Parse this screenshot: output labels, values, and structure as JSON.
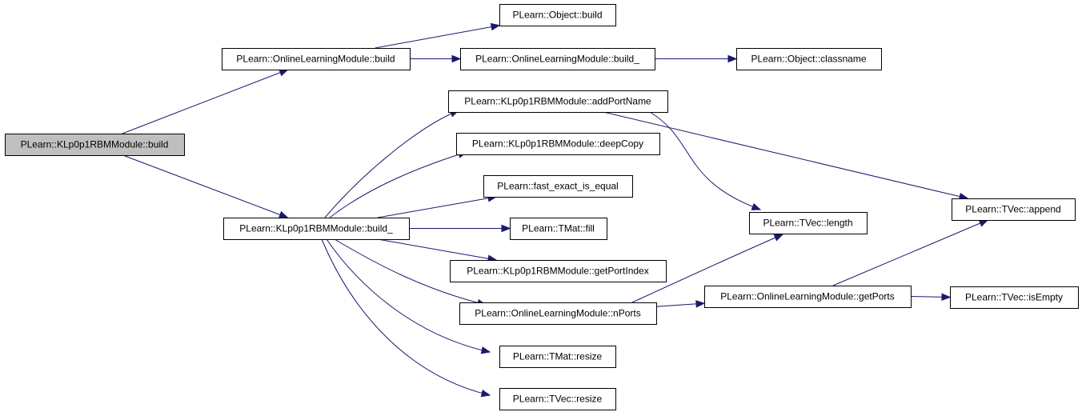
{
  "graph": {
    "nodes": [
      {
        "id": "root",
        "label": "PLearn::KLp0p1RBMModule::build"
      },
      {
        "id": "olm_build",
        "label": "PLearn::OnlineLearningModule::build"
      },
      {
        "id": "object_build",
        "label": "PLearn::Object::build"
      },
      {
        "id": "olm_build_",
        "label": "PLearn::OnlineLearningModule::build_"
      },
      {
        "id": "object_classname",
        "label": "PLearn::Object::classname"
      },
      {
        "id": "kl_build_",
        "label": "PLearn::KLp0p1RBMModule::build_"
      },
      {
        "id": "kl_addportname",
        "label": "PLearn::KLp0p1RBMModule::addPortName"
      },
      {
        "id": "kl_deepcopy",
        "label": "PLearn::KLp0p1RBMModule::deepCopy"
      },
      {
        "id": "fast_exact",
        "label": "PLearn::fast_exact_is_equal"
      },
      {
        "id": "tmat_fill",
        "label": "PLearn::TMat::fill"
      },
      {
        "id": "kl_getportindex",
        "label": "PLearn::KLp0p1RBMModule::getPortIndex"
      },
      {
        "id": "olm_nports",
        "label": "PLearn::OnlineLearningModule::nPorts"
      },
      {
        "id": "tmat_resize",
        "label": "PLearn::TMat::resize"
      },
      {
        "id": "tvec_resize",
        "label": "PLearn::TVec::resize"
      },
      {
        "id": "tvec_length",
        "label": "PLearn::TVec::length"
      },
      {
        "id": "olm_getports",
        "label": "PLearn::OnlineLearningModule::getPorts"
      },
      {
        "id": "tvec_append",
        "label": "PLearn::TVec::append"
      },
      {
        "id": "tvec_isempty",
        "label": "PLearn::TVec::isEmpty"
      }
    ],
    "edges": [
      {
        "from": "root",
        "to": "olm_build"
      },
      {
        "from": "root",
        "to": "kl_build_"
      },
      {
        "from": "olm_build",
        "to": "object_build"
      },
      {
        "from": "olm_build",
        "to": "olm_build_"
      },
      {
        "from": "olm_build_",
        "to": "object_classname"
      },
      {
        "from": "kl_build_",
        "to": "kl_addportname"
      },
      {
        "from": "kl_build_",
        "to": "kl_deepcopy"
      },
      {
        "from": "kl_build_",
        "to": "fast_exact"
      },
      {
        "from": "kl_build_",
        "to": "tmat_fill"
      },
      {
        "from": "kl_build_",
        "to": "kl_getportindex"
      },
      {
        "from": "kl_build_",
        "to": "olm_nports"
      },
      {
        "from": "kl_build_",
        "to": "tmat_resize"
      },
      {
        "from": "kl_build_",
        "to": "tvec_resize"
      },
      {
        "from": "kl_addportname",
        "to": "tvec_length"
      },
      {
        "from": "kl_addportname",
        "to": "tvec_append"
      },
      {
        "from": "olm_nports",
        "to": "tvec_length"
      },
      {
        "from": "olm_nports",
        "to": "olm_getports"
      },
      {
        "from": "olm_getports",
        "to": "tvec_append"
      },
      {
        "from": "olm_getports",
        "to": "tvec_isempty"
      }
    ]
  }
}
